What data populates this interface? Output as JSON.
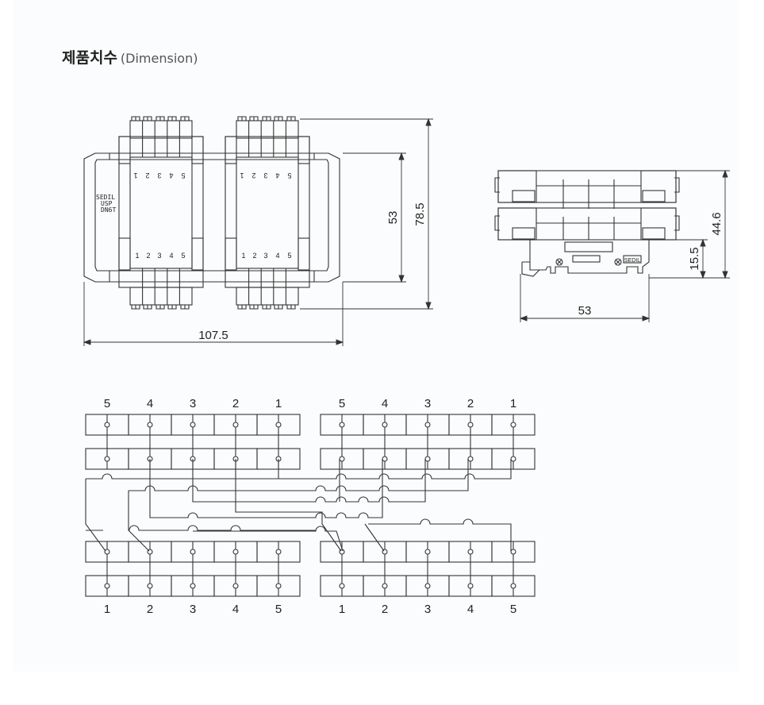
{
  "header": {
    "title": "제품치수",
    "subtitle": "(Dimension)"
  },
  "front_view": {
    "label_lines": [
      "SEDIL",
      "USP",
      "DN6T"
    ],
    "top_terminal_numbers": [
      "5",
      "4",
      "3",
      "2",
      "1"
    ],
    "bottom_terminal_numbers": [
      "1",
      "2",
      "3",
      "4",
      "5"
    ],
    "dims": {
      "width": "107.5",
      "inner_height": "53",
      "total_height": "78.5"
    }
  },
  "side_view": {
    "brand": "SEDIL",
    "dims": {
      "width": "53",
      "height": "44.6",
      "base": "15.5"
    }
  },
  "wiring": {
    "top_numbers": [
      "5",
      "4",
      "3",
      "2",
      "1",
      "5",
      "4",
      "3",
      "2",
      "1"
    ],
    "bottom_numbers": [
      "1",
      "2",
      "3",
      "4",
      "5",
      "1",
      "2",
      "3",
      "4",
      "5"
    ]
  }
}
